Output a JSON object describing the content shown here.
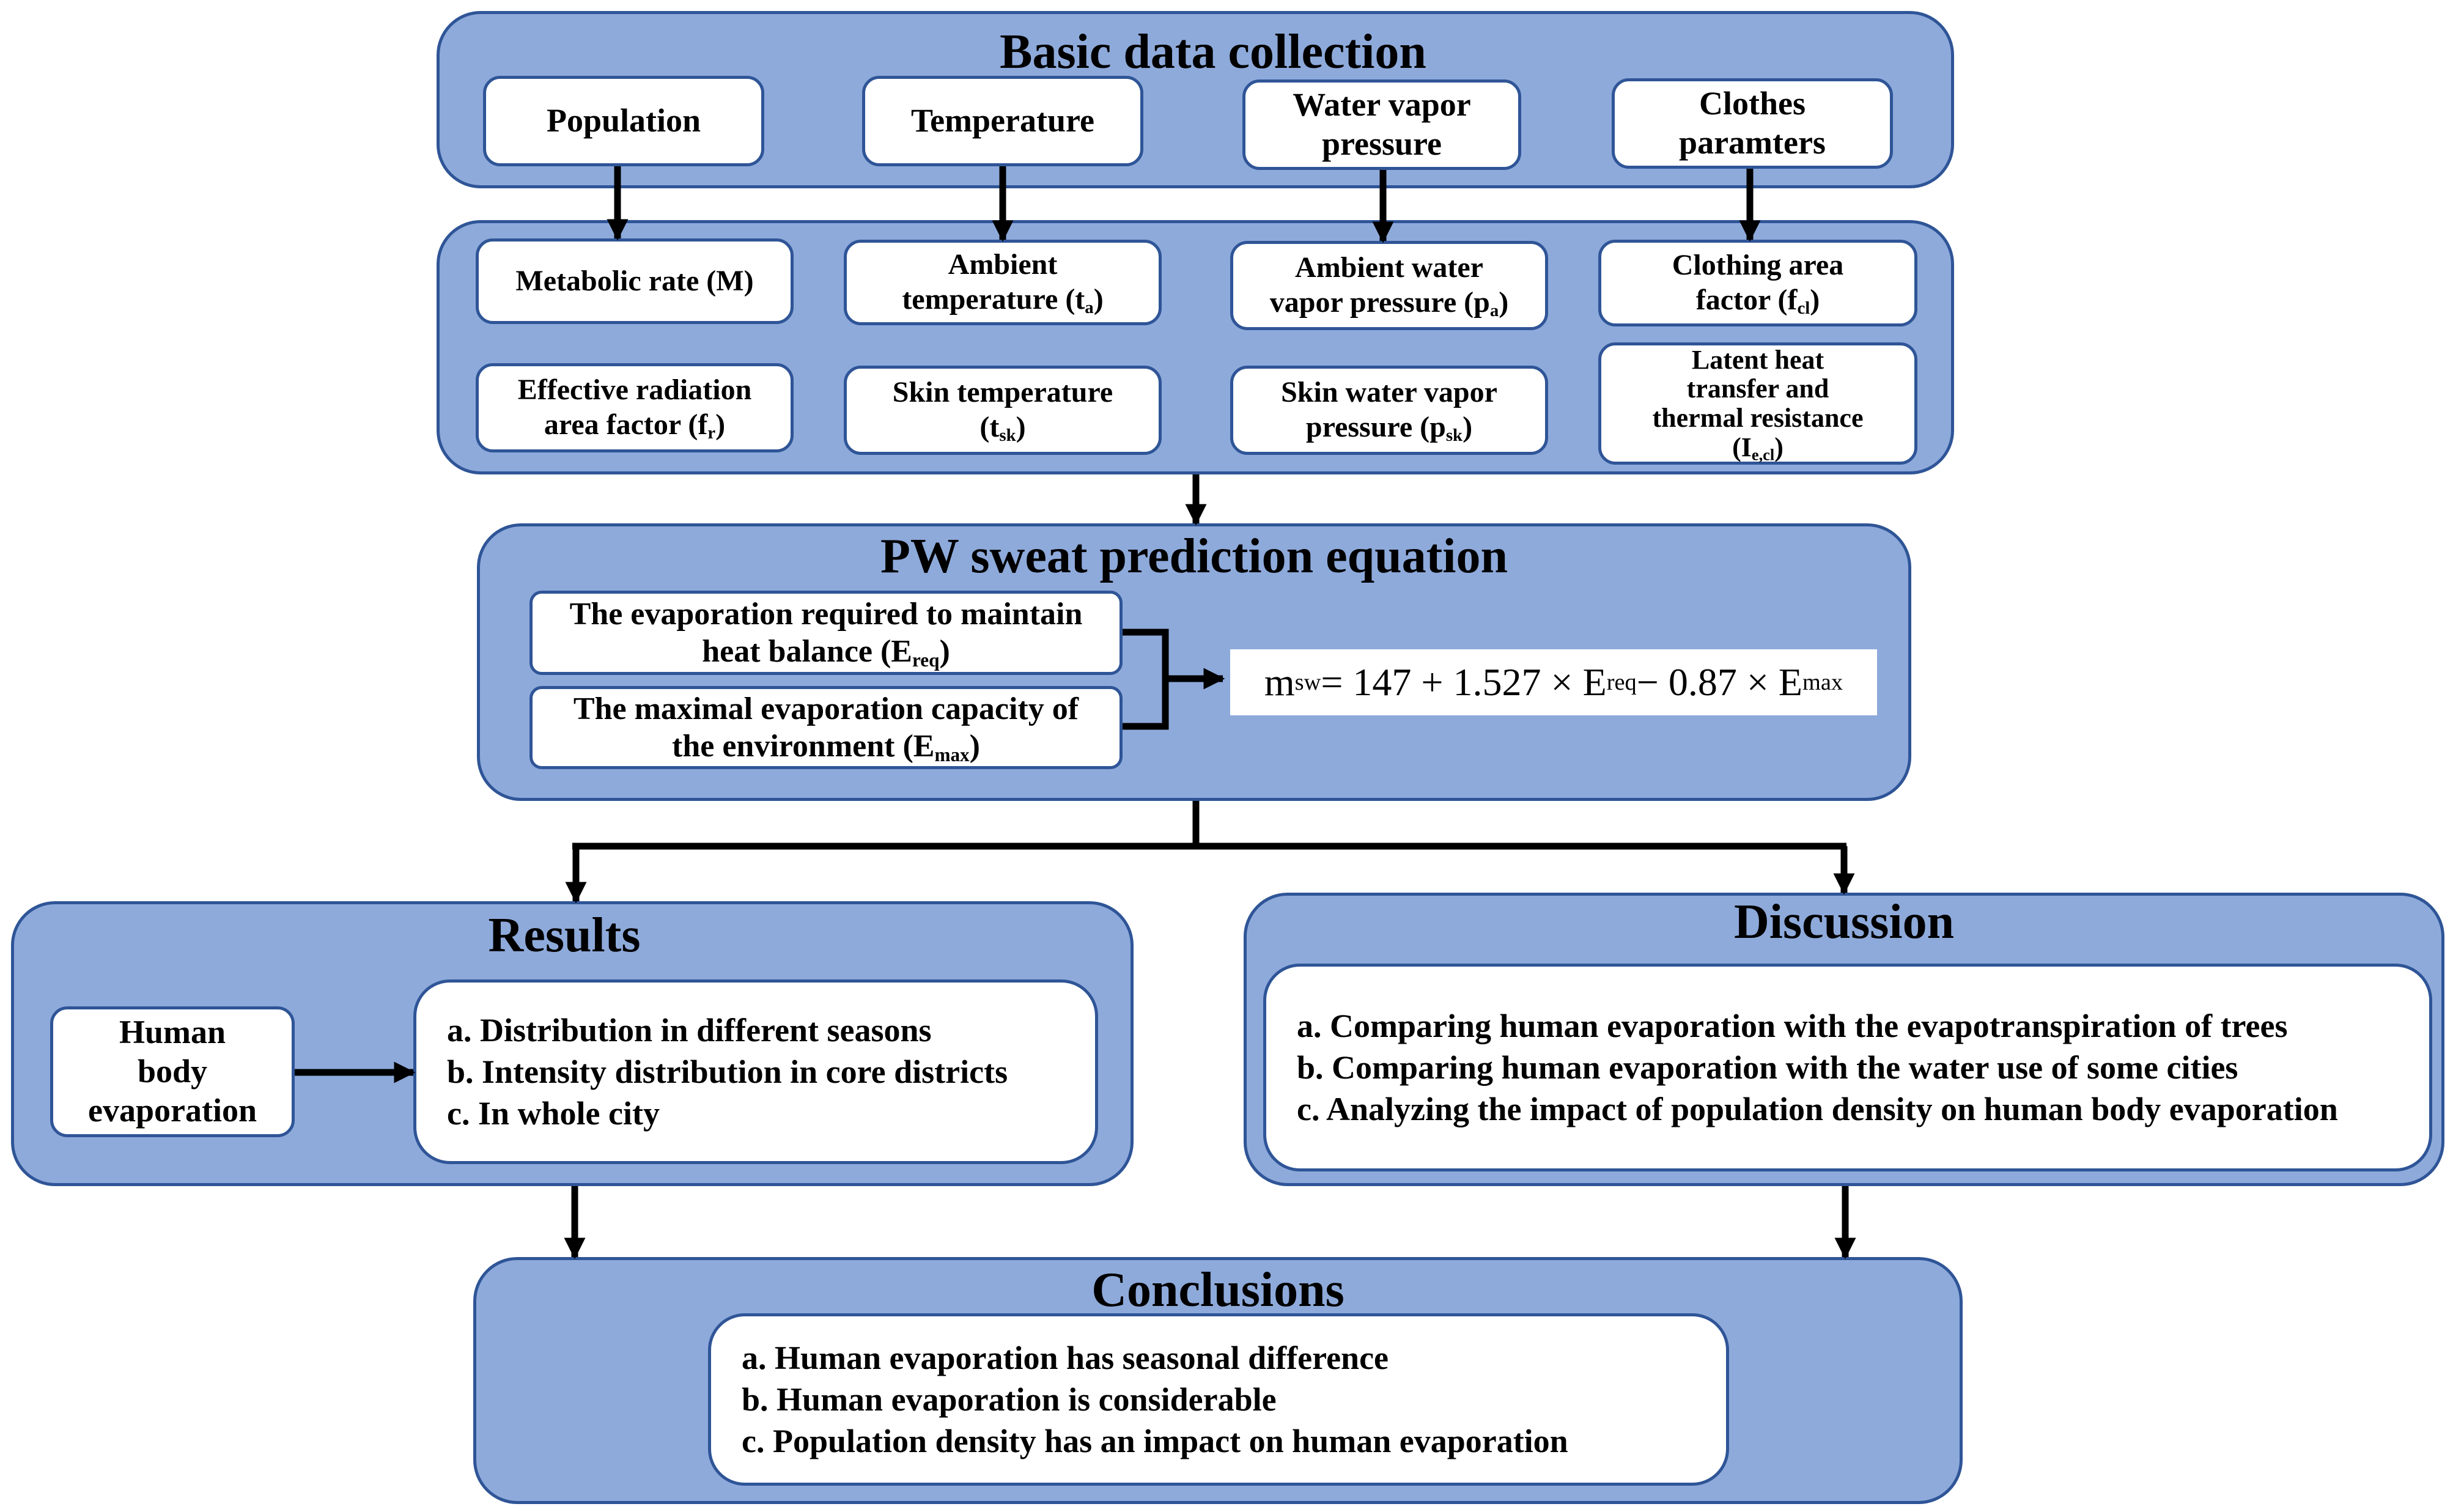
{
  "basic": {
    "title": "Basic data collection",
    "items": [
      {
        "line1": "Population",
        "line2": ""
      },
      {
        "line1": "Temperature",
        "line2": ""
      },
      {
        "line1": "Water vapor",
        "line2": "pressure"
      },
      {
        "line1": "Clothes",
        "line2": "paramters"
      }
    ]
  },
  "params": {
    "metabolic": {
      "text": "Metabolic rate (M)"
    },
    "ambient_temp": {
      "line1": "Ambient",
      "line2": "temperature (t",
      "sub": "a",
      "end": ")"
    },
    "ambient_vapor": {
      "line1": "Ambient water",
      "line2": "vapor pressure (p",
      "sub": "a",
      "end": ")"
    },
    "clothing_area": {
      "line1": "Clothing area",
      "line2": "factor (f",
      "sub": "cl",
      "end": ")"
    },
    "radiation": {
      "line1": "Effective radiation",
      "line2": "area factor (f",
      "sub": "r",
      "end": ")"
    },
    "skin_temp": {
      "line1": "Skin temperature",
      "line2": "(t",
      "sub": "sk",
      "end": ")"
    },
    "skin_vapor": {
      "line1": "Skin water vapor",
      "line2": "pressure (p",
      "sub": "sk",
      "end": ")"
    },
    "latent": {
      "line1": "Latent heat",
      "line2": "transfer and",
      "line3": "thermal resistance",
      "line4": "(I",
      "sub": "e,cl",
      "end": ")"
    }
  },
  "pw": {
    "title": "PW sweat prediction equation",
    "ereq": {
      "line1": "The evaporation required to maintain",
      "line2": "heat balance (E",
      "sub": "req",
      "end": ")"
    },
    "emax": {
      "line1": "The maximal evaporation capacity of",
      "line2": "the environment (E",
      "sub": "max",
      "end": ")"
    },
    "equation": {
      "m": "m",
      "m_sub": "sw",
      "mid": " = 147 + 1.527 × E",
      "req_sub": "req",
      "mid2": " − 0.87 × E",
      "max_sub": "max"
    }
  },
  "results": {
    "title": "Results",
    "source": {
      "line1": "Human",
      "line2": "body",
      "line3": "evaporation"
    },
    "items": [
      "a. Distribution in different seasons",
      "b. Intensity distribution in core districts",
      "c. In whole city"
    ]
  },
  "discussion": {
    "title": "Discussion",
    "items": [
      "a. Comparing human evaporation with the evapotranspiration of trees",
      "b. Comparing human evaporation with the water use of some cities",
      "c. Analyzing the impact of population density on human body evaporation"
    ]
  },
  "conclusions": {
    "title": "Conclusions",
    "items": [
      "a. Human evaporation has seasonal difference",
      "b. Human evaporation is considerable",
      "c. Population density has an impact on human evaporation"
    ]
  }
}
